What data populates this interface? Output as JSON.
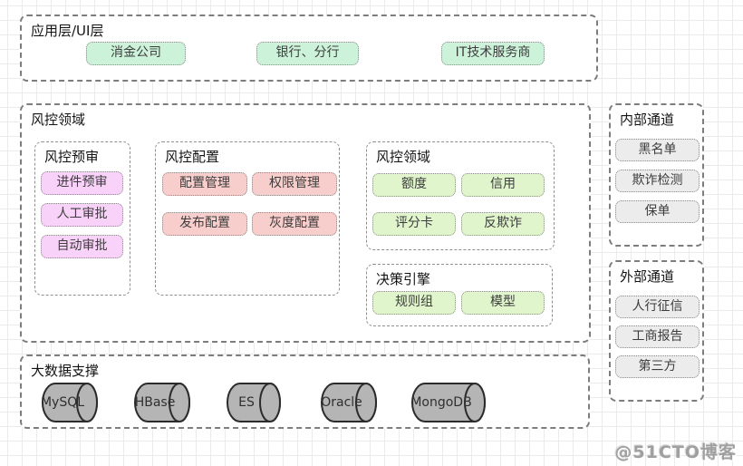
{
  "watermark": "@51CTO博客",
  "colors": {
    "mint_node": "#cdf2da",
    "lime_node": "#e0f5cc",
    "pink_node": "#f8d2f8",
    "salmon_node": "#f8cecc",
    "gray_node": "#ececec",
    "cylinder_fill": "#b5b5b5",
    "dashed_border": "#7d7d7d"
  },
  "sections": {
    "app_layer": {
      "title": "应用层/UI层",
      "items": [
        "消金公司",
        "银行、分行",
        "IT技术服务商"
      ]
    },
    "risk_domain": {
      "title": "风控领域",
      "pre_review": {
        "title": "风控预审",
        "items": [
          "进件预审",
          "人工审批",
          "自动审批"
        ]
      },
      "config": {
        "title": "风控配置",
        "items": [
          "配置管理",
          "权限管理",
          "发布配置",
          "灰度配置"
        ]
      },
      "domain": {
        "title": "风控领域",
        "items": [
          "额度",
          "信用",
          "评分卡",
          "反欺诈"
        ]
      },
      "decision_engine": {
        "title": "决策引擎",
        "items": [
          "规则组",
          "模型"
        ]
      }
    },
    "internal_channel": {
      "title": "内部通道",
      "items": [
        "黑名单",
        "欺诈检测",
        "保单"
      ]
    },
    "external_channel": {
      "title": "外部通道",
      "items": [
        "人行征信",
        "工商报告",
        "第三方"
      ]
    },
    "big_data": {
      "title": "大数据支撑",
      "items": [
        "MySQL",
        "HBase",
        "ES",
        "Oracle",
        "MongoDB"
      ]
    }
  }
}
